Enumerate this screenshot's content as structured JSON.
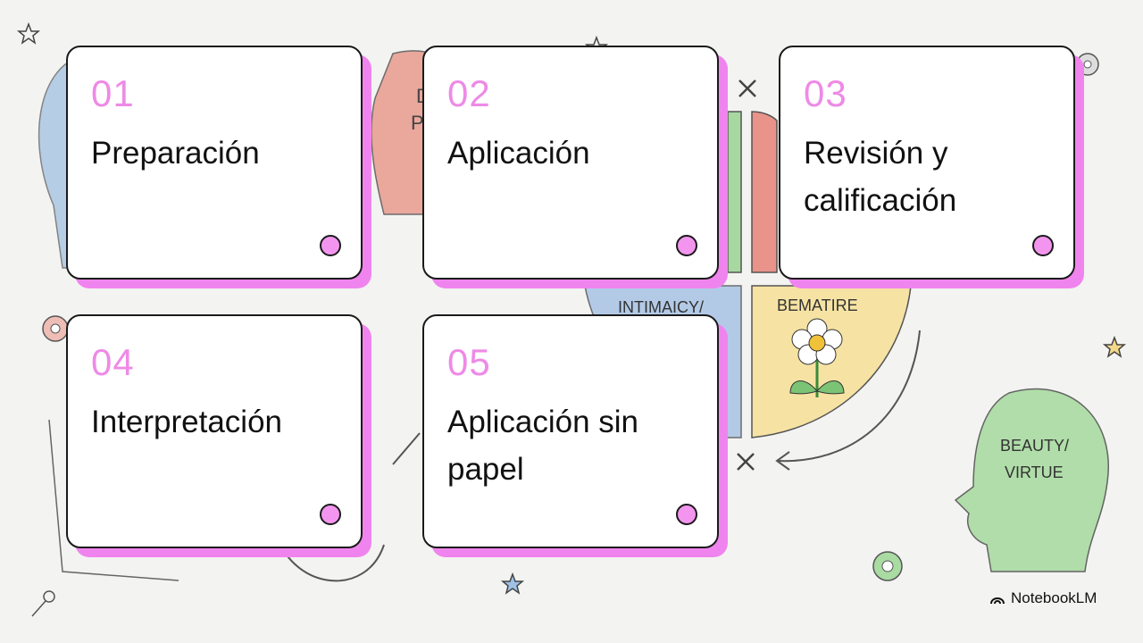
{
  "cards": [
    {
      "number": "01",
      "title": "Preparación"
    },
    {
      "number": "02",
      "title": "Aplicación"
    },
    {
      "number": "03",
      "title": "Revisión y calificación"
    },
    {
      "number": "04",
      "title": "Interpretación"
    },
    {
      "number": "05",
      "title": "Aplicación sin papel"
    }
  ],
  "background": {
    "labels": {
      "top_left_fragment_1": "D",
      "top_left_fragment_2": "P",
      "quadrant_left": "INTIMAICY/",
      "quadrant_right": "BEMATIRE",
      "head_line1": "BEAUTY/",
      "head_line2": "VIRTUE"
    }
  },
  "brand": {
    "label": "NotebookLM"
  },
  "colors": {
    "accent_pink": "#f084ee",
    "number_pink": "#ee8ae6",
    "card_border": "#1a1a1a"
  }
}
